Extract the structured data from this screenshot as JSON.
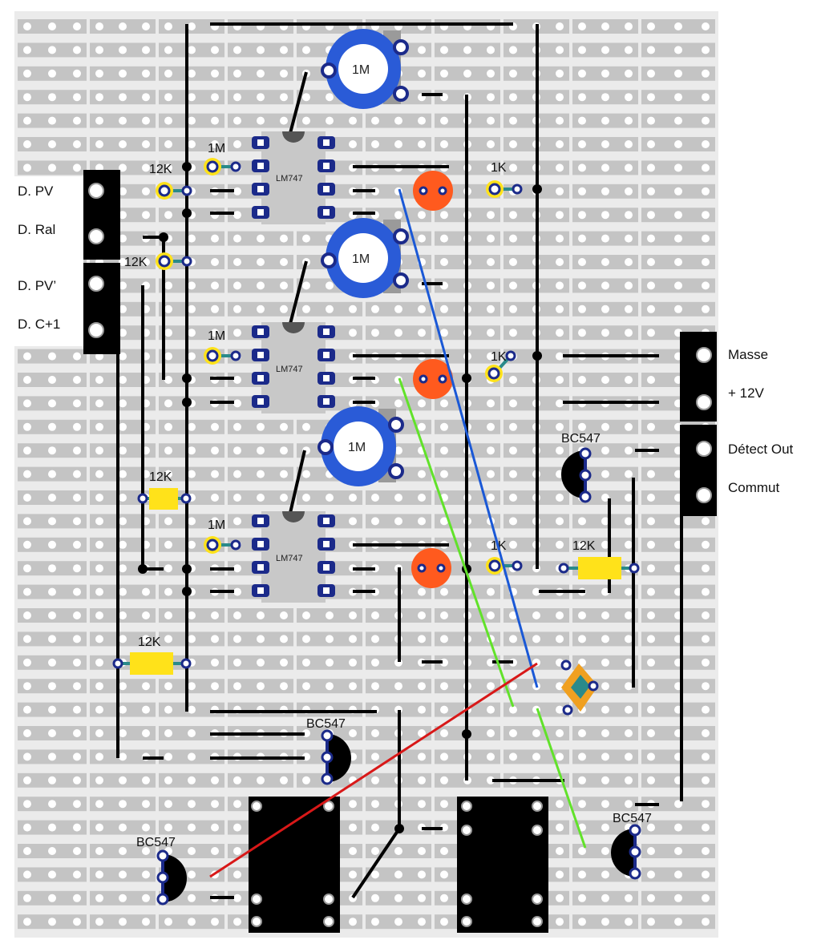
{
  "board": {
    "background": "#ebebeb",
    "strip_color": "#c4c4c4",
    "hole_color": "#ffffff",
    "wire_color": "#000000"
  },
  "connectors": {
    "left_labels": [
      "D. PV",
      "D. Ral",
      "D. PV’",
      "D. C+1"
    ],
    "right_labels": [
      "Masse",
      "+ 12V",
      "Détect Out",
      "Commut"
    ]
  },
  "components": {
    "ics": [
      "LM747",
      "LM747",
      "LM747"
    ],
    "pots": [
      "1M",
      "1M",
      "1M"
    ],
    "resistor_labels": [
      "12K",
      "12K",
      "12K",
      "12K",
      "12K"
    ],
    "small_resistor_labels": [
      "1M",
      "1M",
      "1M",
      "1K",
      "1K",
      "1K"
    ],
    "transistors": [
      "BC547",
      "BC547",
      "BC547",
      "BC547"
    ]
  },
  "colors": {
    "pot_body": "#2a5bd7",
    "ic_body": "#c8c8c8",
    "pin_blue": "#1b2a8a",
    "ldr_orange": "#ff5a1e",
    "resistor_yellow": "#ffe21a",
    "wire_blue": "#1a58d6",
    "wire_green": "#61e22a",
    "wire_red": "#d81818",
    "relay_black": "#000000"
  }
}
